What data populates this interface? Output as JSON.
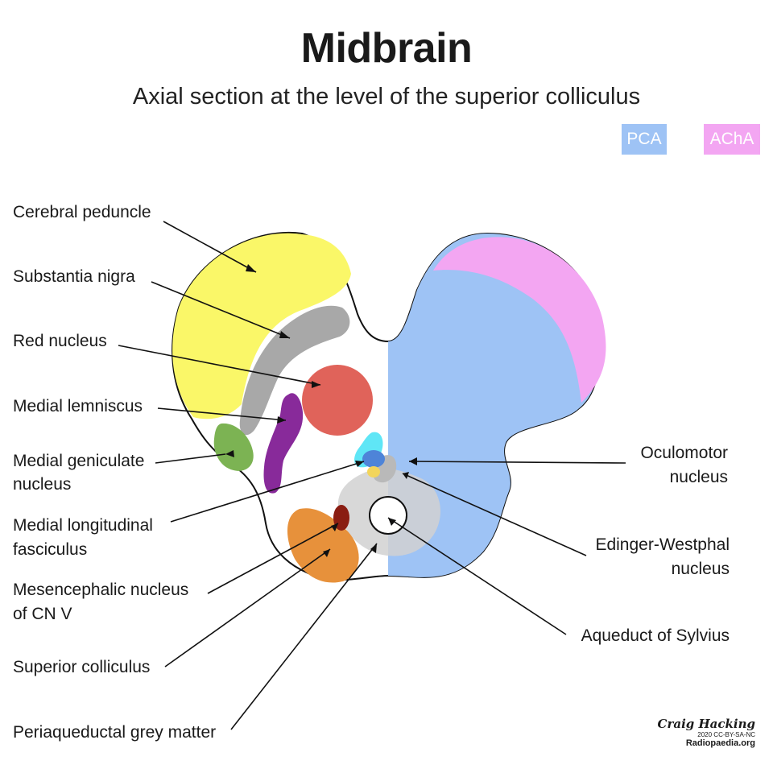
{
  "title": "Midbrain",
  "subtitle": "Axial section at the level of the superior colliculus",
  "legend": [
    {
      "label": "PCA",
      "color": "#9ec3f5"
    },
    {
      "label": "AChA",
      "color": "#f3a6f2"
    }
  ],
  "labels_left": {
    "cerebral_peduncle": "Cerebral peduncle",
    "substantia_nigra": "Substantia nigra",
    "red_nucleus": "Red nucleus",
    "medial_lemniscus": "Medial lemniscus",
    "medial_geniculate_1": "Medial geniculate",
    "medial_geniculate_2": "nucleus",
    "mlf_1": "Medial longitudinal",
    "mlf_2": "fasciculus",
    "mesencephalic_1": "Mesencephalic nucleus",
    "mesencephalic_2": "of CN V",
    "superior_colliculus": "Superior colliculus",
    "periaqueductal": "Periaqueductal grey matter"
  },
  "labels_right": {
    "oculomotor_1": "Oculomotor",
    "oculomotor_2": "nucleus",
    "edinger_1": "Edinger-Westphal",
    "edinger_2": "nucleus",
    "aqueduct": "Aqueduct of Sylvius"
  },
  "credit": {
    "signature": "Craig Hacking",
    "license": "2020 CC-BY-SA-NC",
    "site": "Radiopaedia.org"
  }
}
